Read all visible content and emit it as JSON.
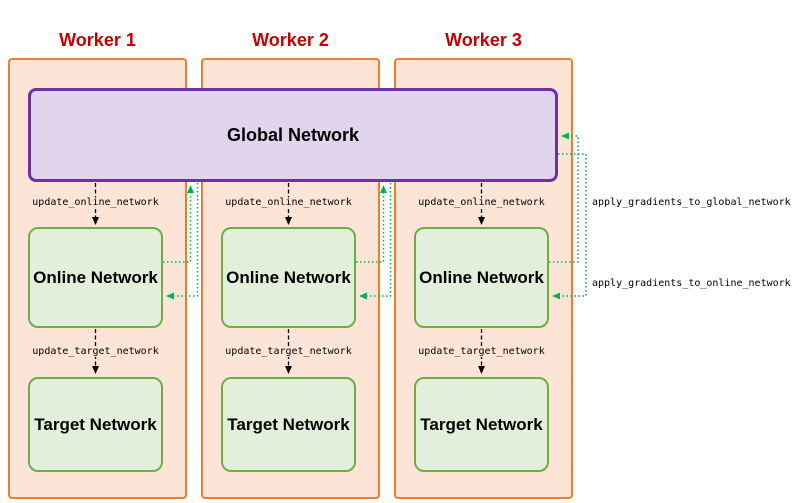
{
  "diagram": {
    "global_network": {
      "label": "Global Network"
    },
    "workers": [
      {
        "title": "Worker 1",
        "update_online_label": "update_online_network",
        "online_label": "Online Network",
        "update_target_label": "update_target_network",
        "target_label": "Target Network"
      },
      {
        "title": "Worker 2",
        "update_online_label": "update_online_network",
        "online_label": "Online Network",
        "update_target_label": "update_target_network",
        "target_label": "Target Network"
      },
      {
        "title": "Worker 3",
        "update_online_label": "update_online_network",
        "online_label": "Online Network",
        "update_target_label": "update_target_network",
        "target_label": "Target Network"
      }
    ],
    "annotations": {
      "apply_global": "apply_gradients_to_global_network",
      "apply_online": "apply_gradients_to_online_network"
    },
    "colors": {
      "worker_fill": "#FCE4D6",
      "worker_border": "#ED7D31",
      "worker_title": "#C00000",
      "global_fill": "#E1D5EE",
      "global_border": "#7030A0",
      "network_fill": "#E2EFDA",
      "network_border": "#70AD47",
      "gradient_arrow": "#00B050",
      "update_arrow": "#000000"
    }
  }
}
